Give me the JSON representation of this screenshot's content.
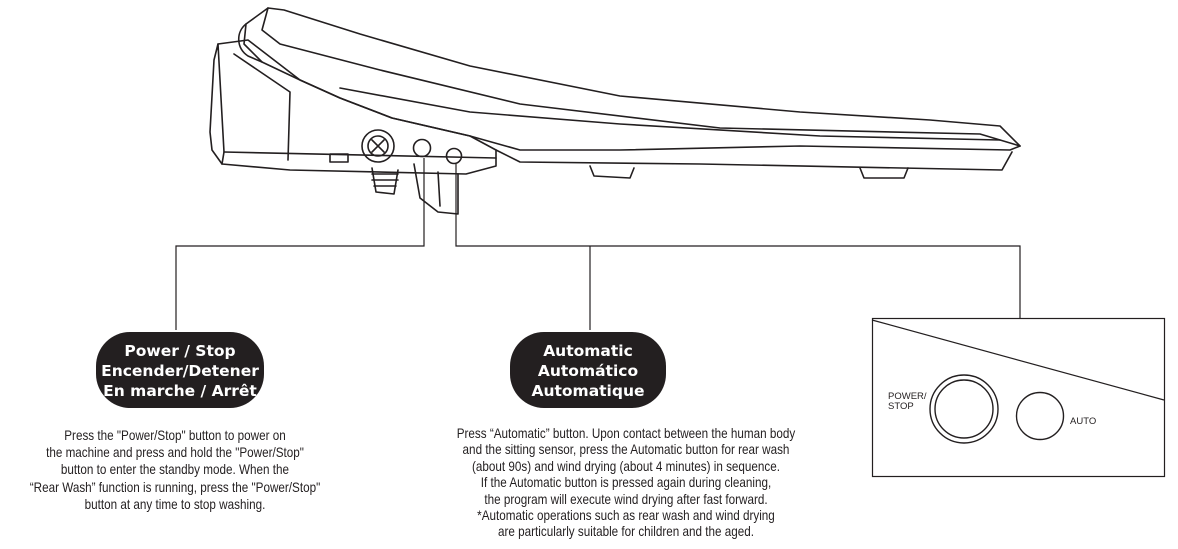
{
  "power_stop": {
    "title_lines": [
      "Power / Stop",
      "Encender/Detener",
      "En marche / Arrêt"
    ],
    "description_lines": [
      "Press the \"Power/Stop\" button to power on",
      "the machine and press and hold the \"Power/Stop\"",
      "button to enter the standby mode. When the",
      "“Rear Wash” function is running, press the \"Power/Stop\"",
      "button at any time to stop washing."
    ]
  },
  "automatic": {
    "title_lines": [
      "Automatic",
      "Automático",
      "Automatique"
    ],
    "description_lines": [
      "Press “Automatic” button. Upon contact between the human body",
      "and the sitting sensor, press the Automatic button for rear wash",
      "(about 90s) and wind drying (about 4 minutes) in sequence.",
      "If the Automatic button is pressed again during cleaning,",
      "the program will execute wind drying after fast forward.",
      "*Automatic operations such as rear wash and wind drying",
      "are particularly suitable for children and the aged."
    ]
  },
  "panel": {
    "power_label_lines": [
      "POWER/",
      "STOP"
    ],
    "auto_label": "AUTO"
  },
  "colors": {
    "ink": "#231f20",
    "background": "#ffffff"
  }
}
